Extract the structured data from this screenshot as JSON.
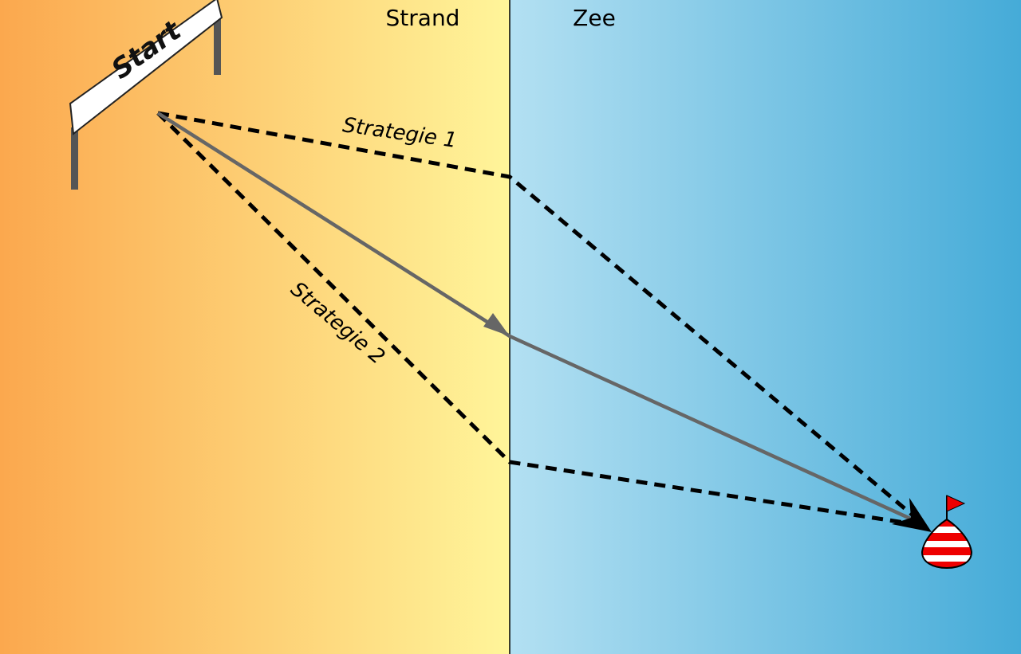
{
  "labels": {
    "beach": "Strand",
    "sea": "Zee",
    "start_sign": "Start",
    "strategy1": "Strategie 1",
    "strategy2": "Strategie 2"
  },
  "colors": {
    "beach_from": "#fba84e",
    "beach_to": "#fff59a",
    "sea_from": "#b3e0f2",
    "sea_to": "#45abd8",
    "optimal_path": "#666666",
    "dashed_path": "#000000",
    "buoy_red": "#ee0000",
    "buoy_white": "#ffffff",
    "flag": "#ee0000"
  },
  "icons": {
    "start": "start-gate-icon",
    "buoy": "buoy-icon"
  }
}
